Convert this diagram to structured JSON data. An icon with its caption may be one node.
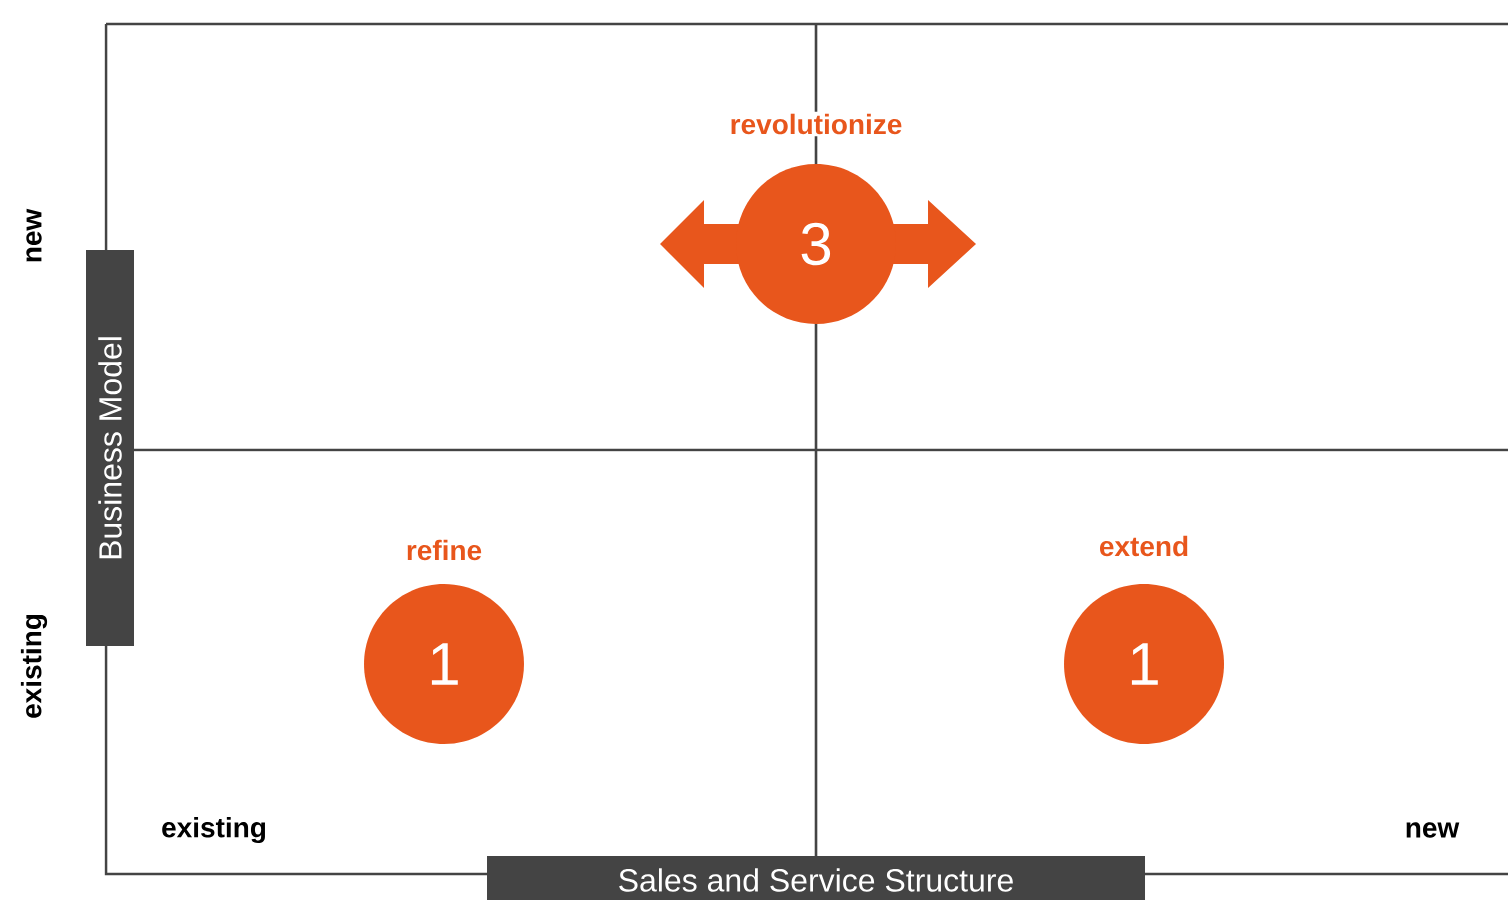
{
  "diagram": {
    "nodes": [
      {
        "text": [
          "3"
        ],
        "beside": [
          "revolutionize"
        ]
      },
      {
        "text": [
          "Business Model"
        ]
      },
      {
        "text": [
          "1"
        ],
        "beside": [
          "refine"
        ]
      },
      {
        "text": [
          "1"
        ],
        "beside": [
          "extend"
        ]
      },
      {
        "text": [
          "Sales and Service Structure"
        ]
      }
    ],
    "labels": [
      "new",
      "existing",
      "existing",
      "new"
    ]
  }
}
